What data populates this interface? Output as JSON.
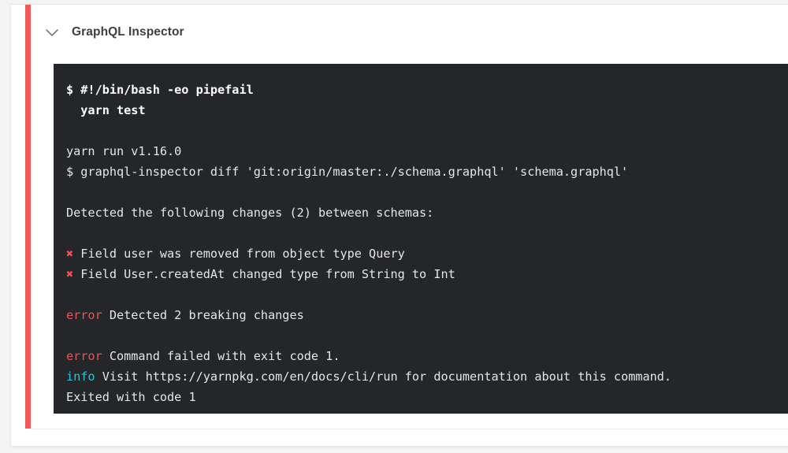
{
  "card": {
    "status_color": "#ef5a5a",
    "background": "#ffffff"
  },
  "header": {
    "toggle_icon": "chevron-down-icon",
    "title": "GraphQL Inspector"
  },
  "terminal": {
    "background": "#24262a",
    "text_color": "#e6e6e6",
    "error_color": "#e8545b",
    "info_color": "#29c6d8",
    "lines": [
      {
        "type": "command",
        "bold": true,
        "segments": [
          {
            "style": "bold",
            "text": "$ #!/bin/bash -eo pipefail"
          }
        ]
      },
      {
        "type": "command",
        "bold": true,
        "segments": [
          {
            "style": "bold",
            "text": "  yarn test"
          }
        ]
      },
      {
        "type": "blank",
        "segments": []
      },
      {
        "type": "output",
        "segments": [
          {
            "style": "plain",
            "text": "yarn run v1.16.0"
          }
        ]
      },
      {
        "type": "output",
        "segments": [
          {
            "style": "plain",
            "text": "$ graphql-inspector diff 'git:origin/master:./schema.graphql' 'schema.graphql'"
          }
        ]
      },
      {
        "type": "blank",
        "segments": []
      },
      {
        "type": "output",
        "segments": [
          {
            "style": "plain",
            "text": "Detected the following changes (2) between schemas:"
          }
        ]
      },
      {
        "type": "blank",
        "segments": []
      },
      {
        "type": "output",
        "segments": [
          {
            "style": "mark",
            "text": "✖"
          },
          {
            "style": "plain",
            "text": " Field user was removed from object type Query"
          }
        ]
      },
      {
        "type": "output",
        "segments": [
          {
            "style": "mark",
            "text": "✖"
          },
          {
            "style": "plain",
            "text": " Field User.createdAt changed type from String to Int"
          }
        ]
      },
      {
        "type": "blank",
        "segments": []
      },
      {
        "type": "output",
        "segments": [
          {
            "style": "error",
            "text": "error"
          },
          {
            "style": "plain",
            "text": " Detected 2 breaking changes"
          }
        ]
      },
      {
        "type": "blank",
        "segments": []
      },
      {
        "type": "output",
        "segments": [
          {
            "style": "error",
            "text": "error"
          },
          {
            "style": "plain",
            "text": " Command failed with exit code 1."
          }
        ]
      },
      {
        "type": "output",
        "segments": [
          {
            "style": "info",
            "text": "info"
          },
          {
            "style": "plain",
            "text": " Visit https://yarnpkg.com/en/docs/cli/run for documentation about this command."
          }
        ]
      },
      {
        "type": "output",
        "segments": [
          {
            "style": "plain",
            "text": "Exited with code 1"
          }
        ]
      }
    ]
  }
}
